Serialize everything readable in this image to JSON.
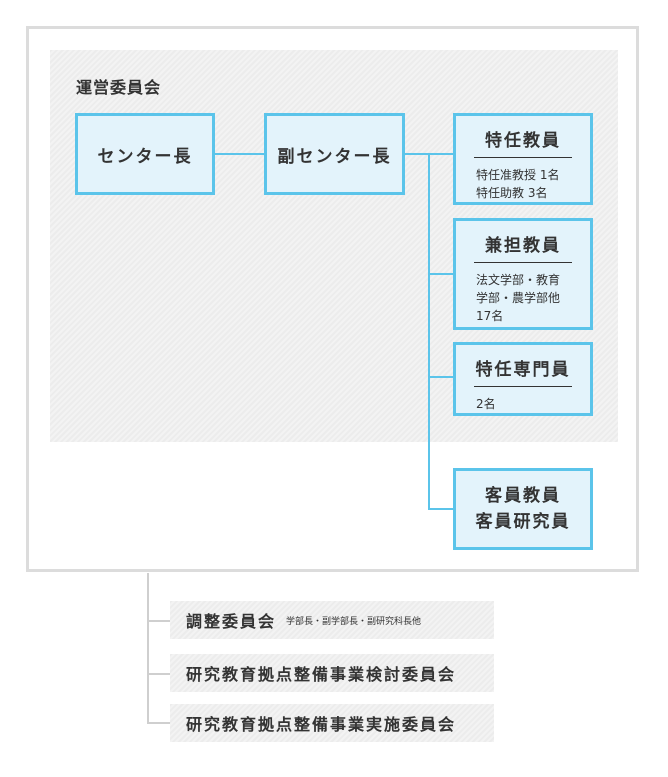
{
  "committee": {
    "label": "運営委員会"
  },
  "boxes": {
    "director": {
      "title": "センター長"
    },
    "vice_director": {
      "title": "副センター長"
    },
    "special_faculty": {
      "title": "特任教員",
      "lines": [
        "特任准教授 1名",
        "特任助教 3名"
      ]
    },
    "concurrent_faculty": {
      "title": "兼担教員",
      "lines": [
        "法文学部・教育",
        "学部・農学部他",
        "17名"
      ]
    },
    "specialist": {
      "title": "特任専門員",
      "lines": [
        "2名"
      ]
    },
    "visiting": {
      "title_lines": [
        "客員教員",
        "客員研究員"
      ]
    }
  },
  "sub_committees": [
    {
      "name": "調整委員会",
      "note": "学部長・副学部長・副研究科長他"
    },
    {
      "name": "研究教育拠点整備事業検討委員会",
      "note": ""
    },
    {
      "name": "研究教育拠点整備事業実施委員会",
      "note": ""
    }
  ]
}
